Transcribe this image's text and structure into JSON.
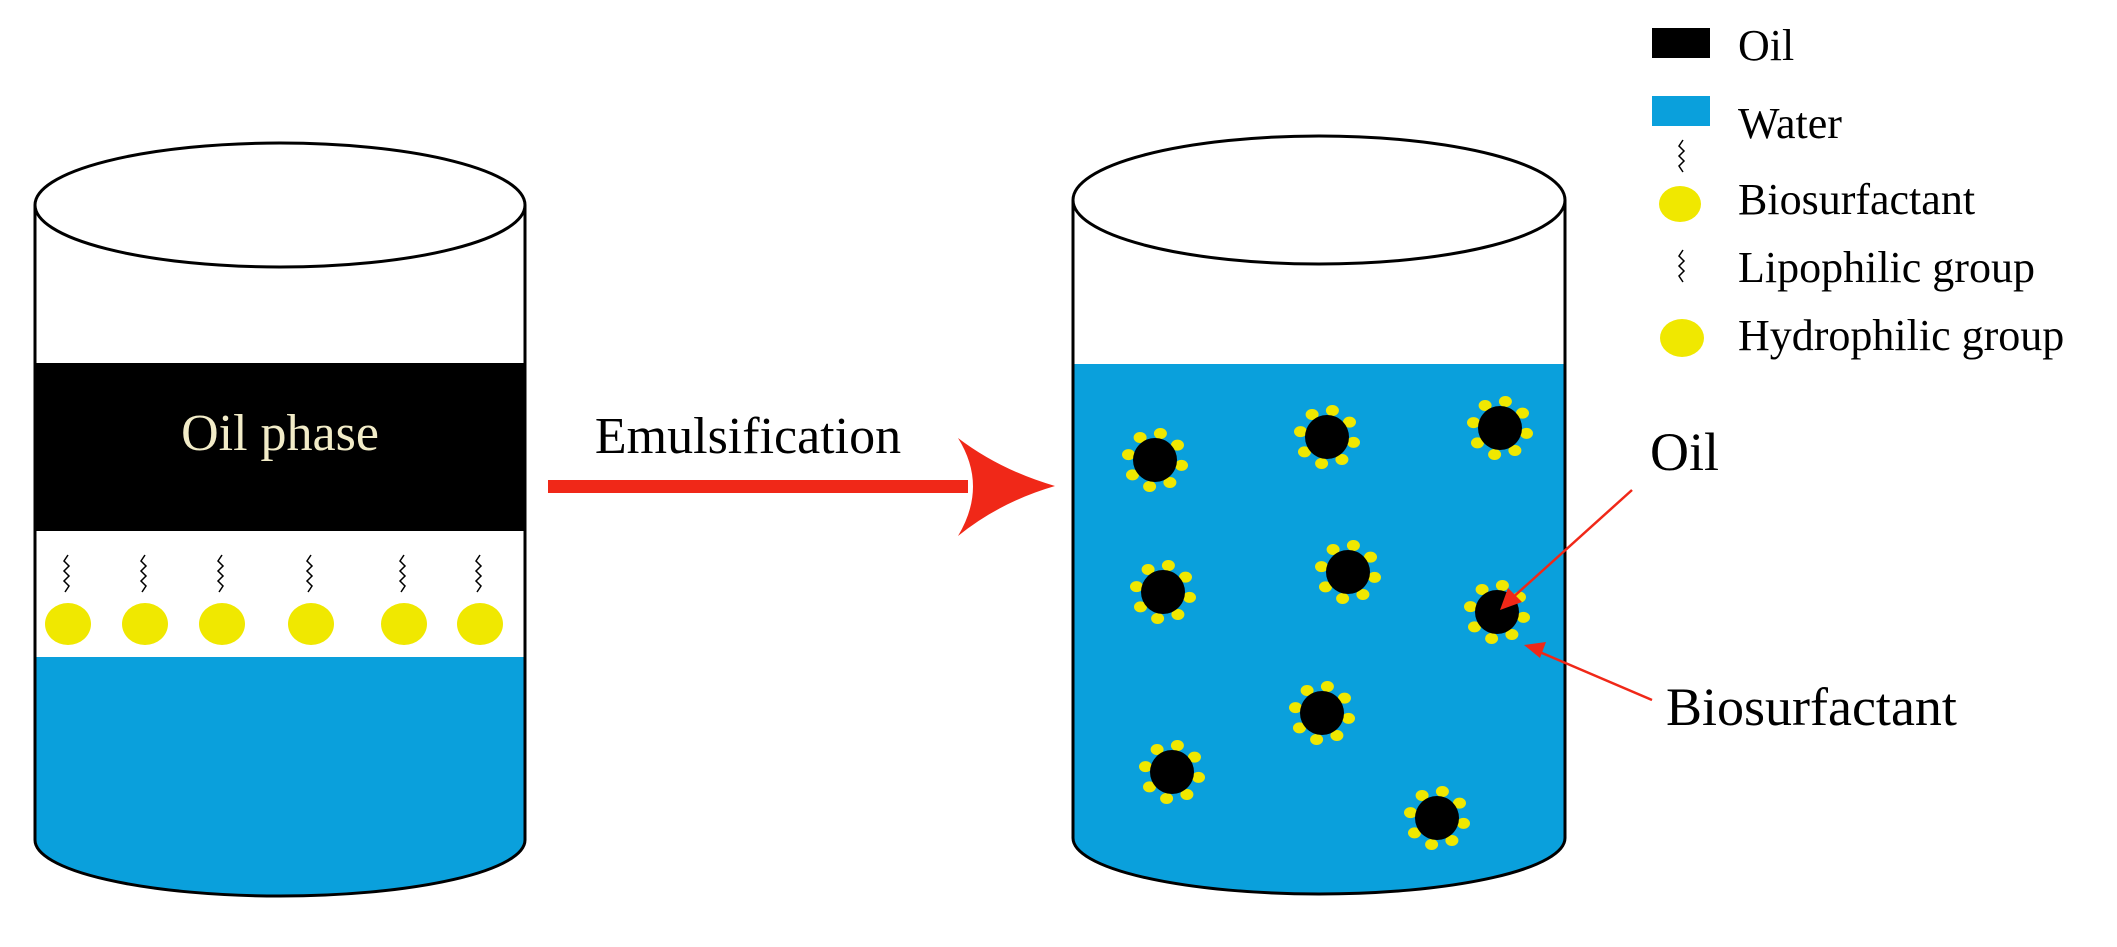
{
  "labels": {
    "oil_phase": "Oil phase",
    "process": "Emulsification",
    "callout_oil": "Oil",
    "callout_biosurfactant": "Biosurfactant"
  },
  "legend": [
    {
      "symbol": "oil-swatch",
      "label": "Oil"
    },
    {
      "symbol": "water-swatch",
      "label": "Water"
    },
    {
      "symbol": "biosurfactant-molecule",
      "label": "Biosurfactant"
    },
    {
      "symbol": "lipophilic-tail",
      "label": "Lipophilic group"
    },
    {
      "symbol": "hydrophilic-head",
      "label": "Hydrophilic group"
    }
  ],
  "colors": {
    "oil": "#000000",
    "water": "#0aa0dc",
    "surfactant_head": "#f0e800",
    "arrow": "#f02818",
    "outline": "#000000",
    "oil_phase_text": "#f2ecc8"
  },
  "left_beaker_surfactant_count": 6,
  "right_beaker_droplet_count": 9
}
